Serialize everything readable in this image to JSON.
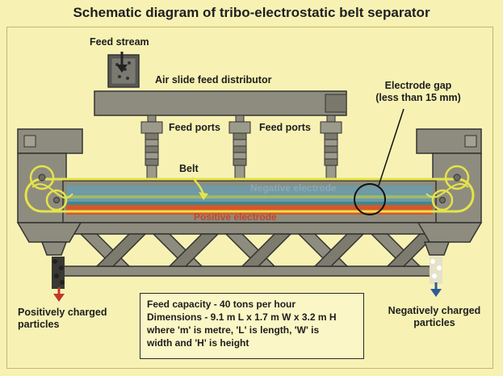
{
  "title": "Schematic diagram of tribo-electrostatic belt separator",
  "labels": {
    "feed_stream": "Feed stream",
    "air_slide": "Air slide feed distributor",
    "electrode_gap_line1": "Electrode gap",
    "electrode_gap_line2": "(less than 15 mm)",
    "feed_ports_left": "Feed ports",
    "feed_ports_right": "Feed ports",
    "belt": "Belt",
    "negative_electrode": "Negative electrode",
    "positive_electrode": "Positive electrode",
    "pos_particles_line1": "Positively charged",
    "pos_particles_line2": "particles",
    "neg_particles_line1": "Negatively charged",
    "neg_particles_line2": "particles"
  },
  "info_box": {
    "line1": "Feed capacity - 40 tons per hour",
    "line2": "Dimensions - 9.1 m L x 1.7 m W x 3.2 m H",
    "line3": "where 'm' is metre, 'L' is length, 'W' is",
    "line4": "width and 'H' is height"
  },
  "colors": {
    "background": "#f7f2b4",
    "machine_gray": "#8f8d80",
    "belt_yellow": "#e6e34a",
    "negative_electrode": "#6f9aa6",
    "positive_electrode": "#d9552a",
    "positive_arrow": "#c0392b",
    "negative_arrow": "#2e5c9a"
  },
  "icons": {
    "feed_arrow": "down-arrow-icon",
    "positive_output_arrow": "red-down-arrow-icon",
    "negative_output_arrow": "blue-down-arrow-icon"
  }
}
